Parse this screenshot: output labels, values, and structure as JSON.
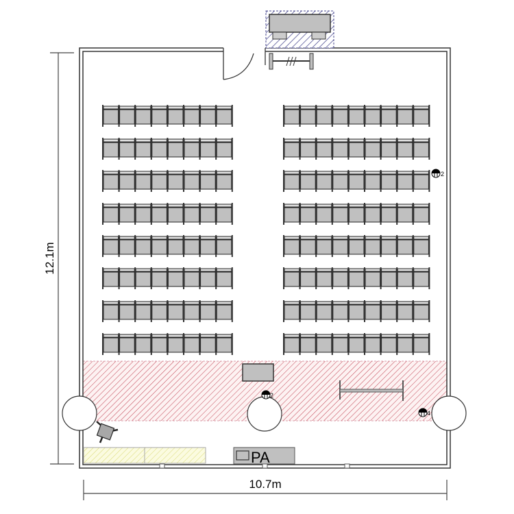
{
  "plan": {
    "height_label": "12.1m",
    "width_label": "10.7m",
    "pa_label": "PA",
    "outlets": [
      {
        "label": "2"
      },
      {
        "label": "2"
      },
      {
        "label": "4"
      }
    ],
    "seating": {
      "rows": 8,
      "left_block_seats_per_row": 8,
      "right_block_seats_per_row": 9
    },
    "colors": {
      "wall": "#333333",
      "seat": "#c0c0c0",
      "stage_hatch": "#c04050",
      "table_hatch": "#4a4a90",
      "storage_hatch": "#d8d870",
      "storage_fill": "#fbfbe0"
    }
  }
}
